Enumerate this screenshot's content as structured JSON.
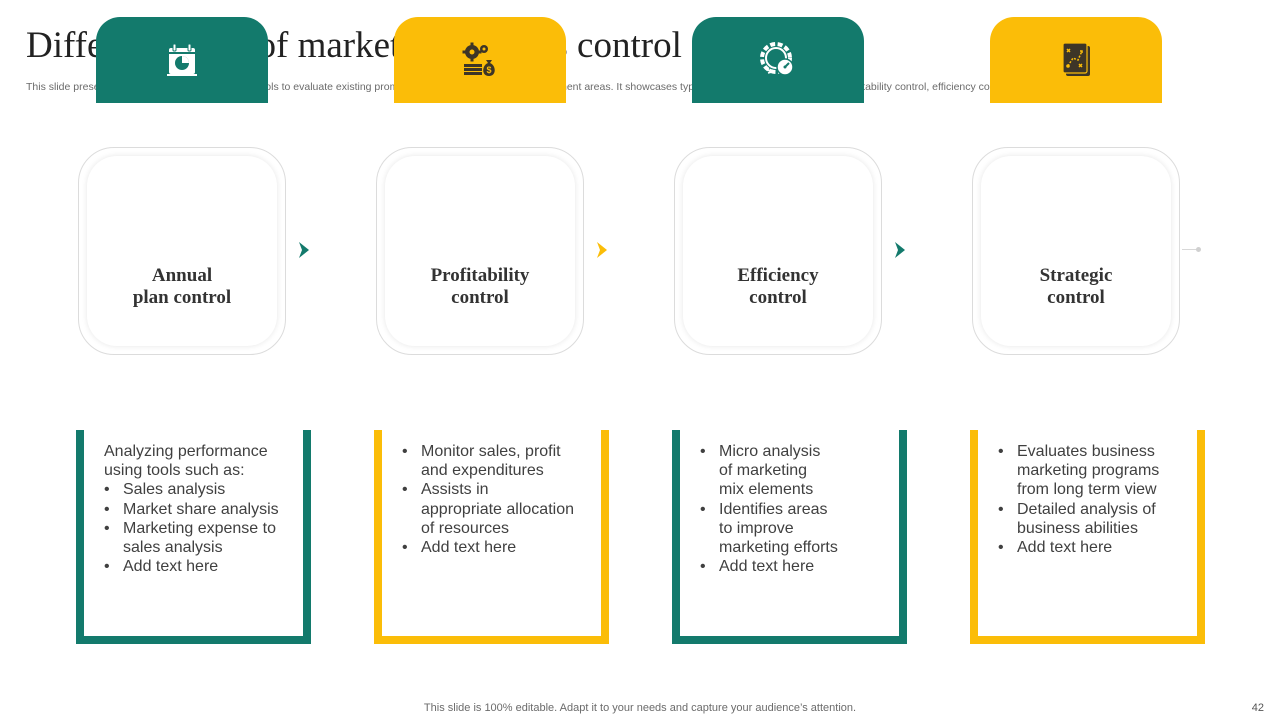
{
  "title": "Different types of marketing process control",
  "subtitle": "This slide presents various types of marketing controls to evaluate existing promotional efforts and identify improvement areas. It showcases types such as annual plan control, profitability control, efficiency control and strategic control.",
  "colors": {
    "teal": "#137a6c",
    "yellow": "#fbbd08",
    "icon_dark": "#3d3527"
  },
  "cards": [
    {
      "label_line1": "Annual",
      "label_line2": "plan control",
      "icon": "calendar-chart-icon",
      "color": "#137a6c"
    },
    {
      "label_line1": "Profitability",
      "label_line2": "control",
      "icon": "gears-money-bag-icon",
      "color": "#fbbd08"
    },
    {
      "label_line1": "Efficiency",
      "label_line2": "control",
      "icon": "gear-gauge-icon",
      "color": "#137a6c"
    },
    {
      "label_line1": "Strategic",
      "label_line2": "control",
      "icon": "strategy-board-icon",
      "color": "#fbbd08"
    }
  ],
  "boxes": [
    {
      "intro_line1": "Analyzing performance",
      "intro_line2": "using tools such as:",
      "bullets": [
        [
          "Sales analysis"
        ],
        [
          "Market share analysis"
        ],
        [
          "Marketing expense to",
          "sales analysis"
        ],
        [
          "Add text here"
        ]
      ]
    },
    {
      "bullets": [
        [
          "Monitor sales, profit",
          "and expenditures"
        ],
        [
          "Assists in",
          "appropriate allocation",
          "of resources"
        ],
        [
          "Add text here"
        ]
      ]
    },
    {
      "bullets": [
        [
          "Micro analysis",
          "of marketing",
          "mix elements"
        ],
        [
          "Identifies areas",
          "to improve",
          "marketing efforts"
        ],
        [
          "Add text here"
        ]
      ]
    },
    {
      "bullets": [
        [
          "Evaluates business",
          "marketing programs",
          "from long term view"
        ],
        [
          "Detailed analysis of",
          "business abilities"
        ],
        [
          "Add text here"
        ]
      ]
    }
  ],
  "footer": "This slide is 100% editable. Adapt it to your needs and capture your audience’s attention.",
  "page_number": "42"
}
